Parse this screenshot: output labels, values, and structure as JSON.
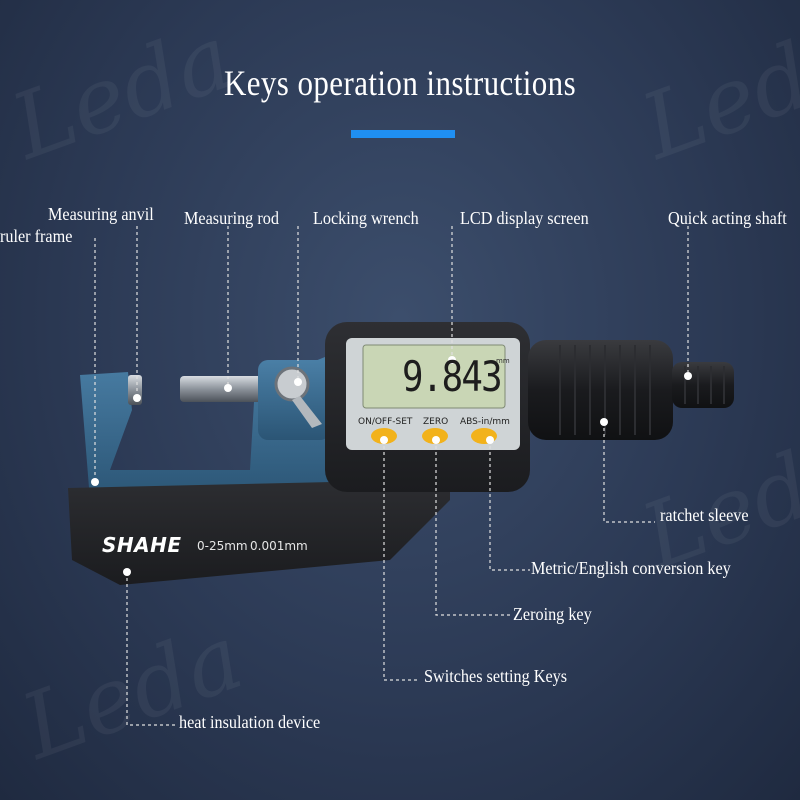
{
  "title": "Keys operation instructions",
  "watermark": "Leda",
  "labels": {
    "measuring_anvil": "Measuring anvil",
    "ruler_frame": "ruler frame",
    "measuring_rod": "Measuring rod",
    "locking_wrench": "Locking wrench",
    "lcd_display_screen": "LCD display screen",
    "quick_acting_shaft": "Quick acting shaft",
    "ratchet_sleeve": "ratchet sleeve",
    "metric_english_key": "Metric/English conversion key",
    "zeroing_key": "Zeroing key",
    "switches_setting_keys": "Switches setting Keys",
    "heat_insulation_device": "heat insulation device"
  },
  "device": {
    "lcd_reading": "9.843",
    "lcd_unit": "mm",
    "keys": [
      "ON/OFF-SET",
      "ZERO",
      "ABS-in/mm"
    ],
    "brand": "SHAHE",
    "range": "0-25mm",
    "resolution": "0.001mm"
  },
  "colors": {
    "accent_bar": "#1f8ff2",
    "key_yellow": "#f2b21b",
    "lcd_green": "#c9d6b5",
    "frame_blue": "#3d6f96"
  }
}
